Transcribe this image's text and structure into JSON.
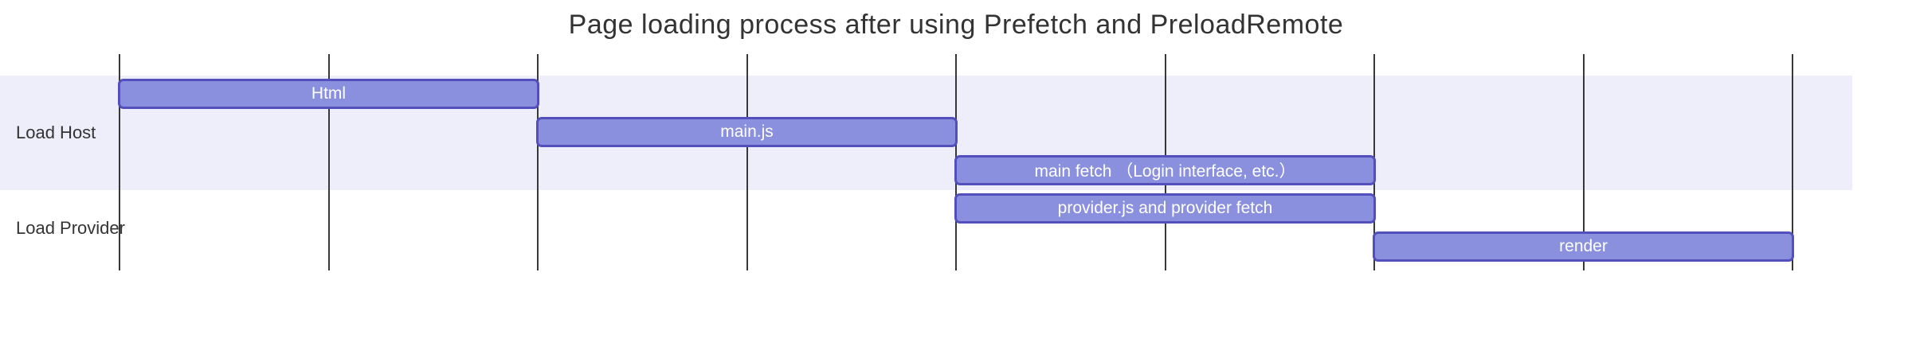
{
  "title": "Page loading process after using Prefetch and PreloadRemote",
  "chart_data": {
    "type": "gantt",
    "title": "Page loading process after using Prefetch and PreloadRemote",
    "x_axis": {
      "min": 0,
      "max": 8,
      "gridline_count": 9,
      "tick_labels": [],
      "tick_labels_visible": false
    },
    "legend": false,
    "sections": [
      {
        "name": "Load Host",
        "tasks": [
          {
            "label": "Html",
            "start": 0,
            "end": 2
          },
          {
            "label": "main.js",
            "start": 2,
            "end": 4
          },
          {
            "label": "main fetch （Login interface, etc.）",
            "start": 4,
            "end": 6
          }
        ]
      },
      {
        "name": "Load Provider",
        "tasks": [
          {
            "label": "provider.js and provider fetch",
            "start": 4,
            "end": 6
          },
          {
            "label": "render",
            "start": 6,
            "end": 8
          }
        ]
      }
    ],
    "colors": {
      "task_fill": "#8a90dd",
      "task_border": "#534fbc",
      "task_text": "#ffffff",
      "section_alt_bg": "#eeeefb",
      "grid_line": "#383838",
      "title_text": "#333333",
      "section_label_text": "#333333",
      "background": "#ffffff"
    }
  }
}
